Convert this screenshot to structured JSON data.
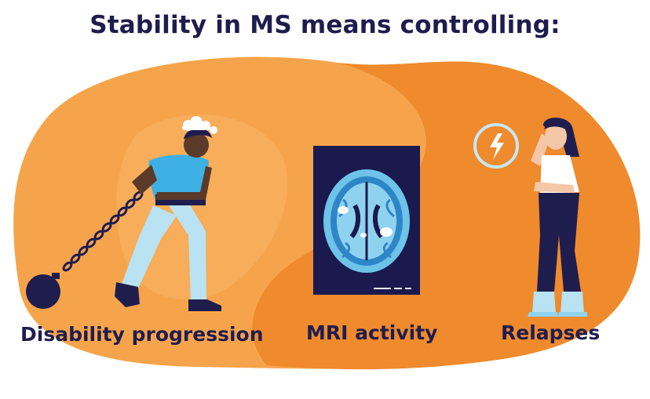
{
  "title": "Stability in MS means controlling:",
  "items": [
    {
      "label": "Disability progression",
      "icon": "person-dragging-ball-and-chain"
    },
    {
      "label": "MRI activity",
      "icon": "brain-mri-scan"
    },
    {
      "label": "Relapses",
      "icon": "woman-with-headache-lightning"
    }
  ],
  "colors": {
    "title": "#1f1d4e",
    "blob_light": "#f6a44b",
    "blob_dark": "#ef8a2d",
    "mri_frame": "#1a1a4f",
    "brain": "#6ec3e8"
  }
}
